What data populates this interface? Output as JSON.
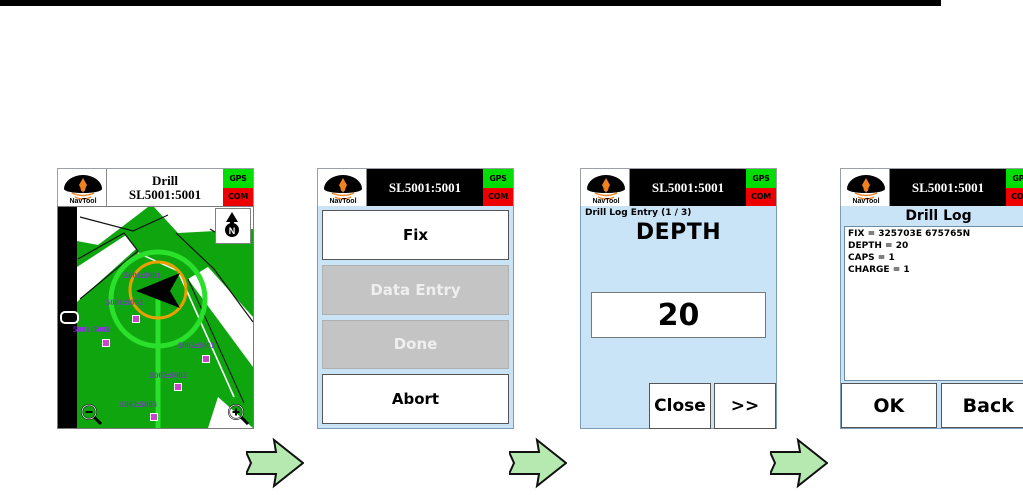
{
  "workflow": {
    "arrow_count": 3,
    "arrow_color": "#b6e9b0",
    "arrow_outline": "#111111"
  },
  "panels": {
    "map": {
      "name": "Drill navigation map",
      "titlebar": {
        "logo_text": "NavTool",
        "title_line1": "Drill",
        "title_line2": "SL5001:5001",
        "gps_badge": "GPS",
        "com_badge": "COM"
      },
      "compass_label": "N",
      "scale_label": "0",
      "zoom_out_icon": "magnifier-minus-icon",
      "zoom_in_icon": "magnifier-plus-icon",
      "hole_labels": [
        "5001:5001",
        "5001:5002",
        "5001:5003",
        "5002:5001",
        "5002:5002",
        "5002:5003"
      ]
    },
    "menu": {
      "name": "Drill action menu",
      "titlebar": {
        "logo_text": "NavTool",
        "title": "SL5001:5001",
        "gps_badge": "GPS",
        "com_badge": "COM"
      },
      "buttons": [
        {
          "label": "Fix",
          "state": "enabled"
        },
        {
          "label": "Data Entry",
          "state": "disabled"
        },
        {
          "label": "Done",
          "state": "disabled"
        },
        {
          "label": "Abort",
          "state": "enabled"
        }
      ]
    },
    "entry": {
      "name": "Drill log data entry",
      "titlebar": {
        "logo_text": "NavTool",
        "title": "SL5001:5001",
        "gps_badge": "GPS",
        "com_badge": "COM"
      },
      "breadcrumb": "Drill Log Entry (1 / 3)",
      "field_label": "DEPTH",
      "field_value": "20",
      "buttons": [
        {
          "label": "Close"
        },
        {
          "label": ">>"
        }
      ]
    },
    "log": {
      "name": "Drill log summary",
      "titlebar": {
        "logo_text": "NavTool",
        "title": "SL5001:5001",
        "gps_badge": "GPS",
        "com_badge": "COM"
      },
      "heading": "Drill Log",
      "lines": [
        "FIX = 325703E  675765N",
        "DEPTH = 20",
        "CAPS = 1",
        "CHARGE = 1"
      ],
      "buttons": [
        {
          "label": "OK"
        },
        {
          "label": "Back"
        }
      ]
    }
  }
}
